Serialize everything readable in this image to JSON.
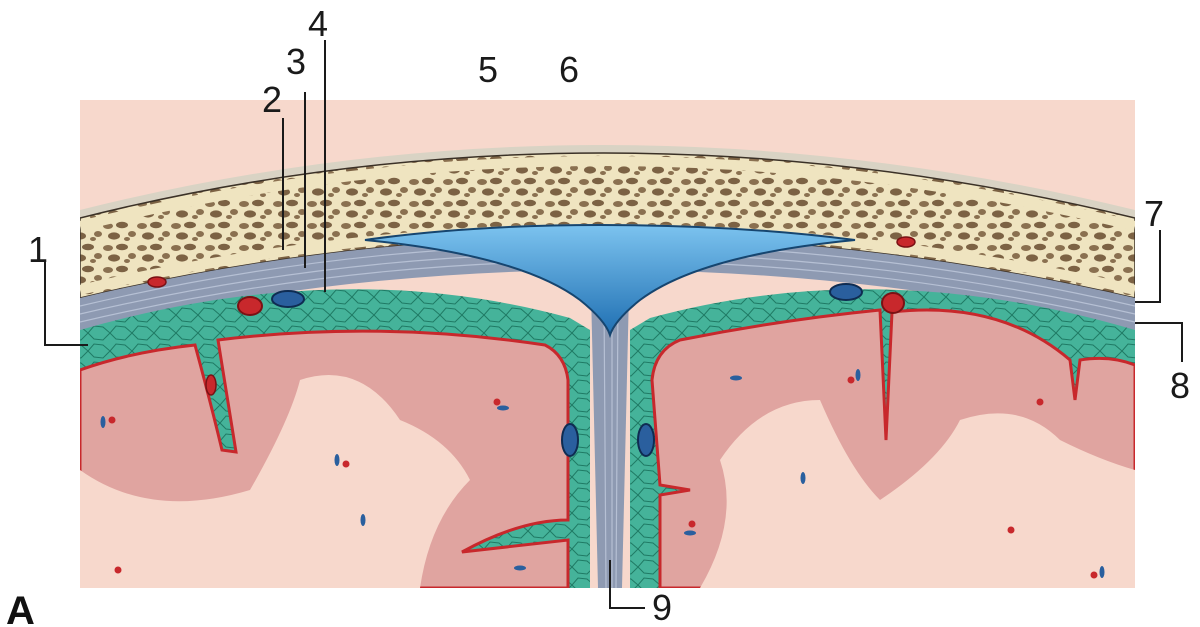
{
  "figure": {
    "panel_label": "A",
    "callouts": [
      {
        "id": "1",
        "text": "1"
      },
      {
        "id": "2",
        "text": "2"
      },
      {
        "id": "3",
        "text": "3"
      },
      {
        "id": "4",
        "text": "4"
      },
      {
        "id": "5",
        "text": "5"
      },
      {
        "id": "6",
        "text": "6"
      },
      {
        "id": "7",
        "text": "7"
      },
      {
        "id": "8",
        "text": "8"
      },
      {
        "id": "9",
        "text": "9"
      }
    ]
  },
  "colors": {
    "bone": "#f0e6c2",
    "bone_spongy": "#8a7050",
    "dura": "#8e9ab2",
    "sinus": "#2f86c8",
    "arachnoid": "#3ca892",
    "pia_vessel_red": "#c8282c",
    "vein_blue": "#2a5f9e",
    "cortex": "#e0a4a0",
    "white_matter": "#f7d8cc"
  }
}
